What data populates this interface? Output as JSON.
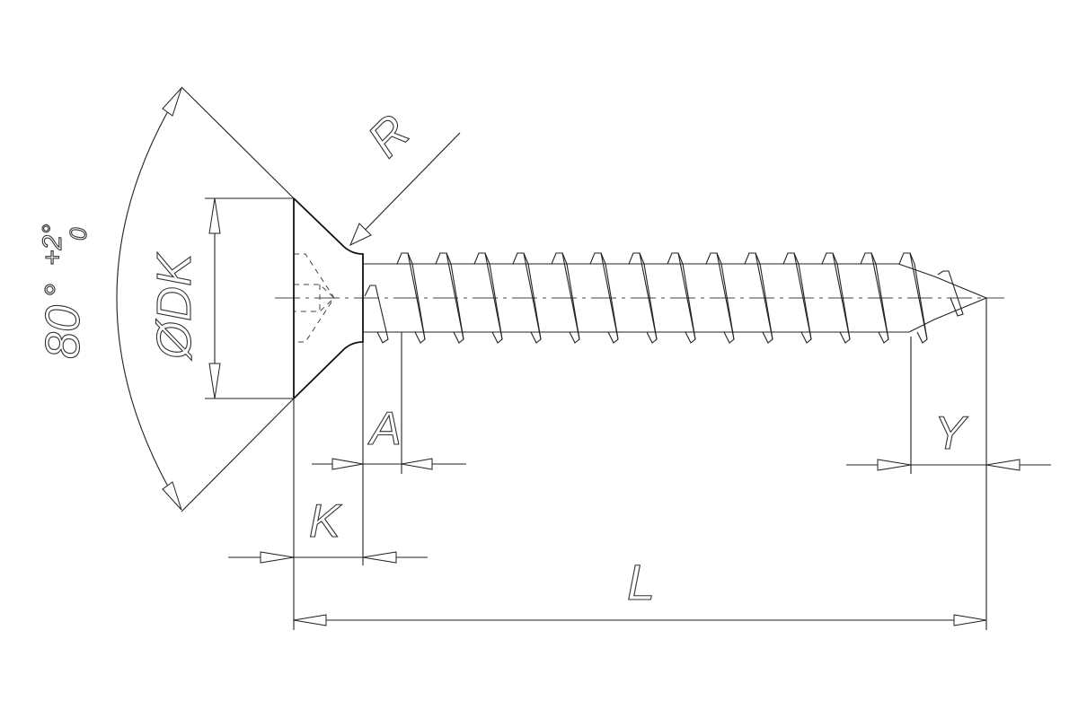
{
  "labels": {
    "radius": "R",
    "head_diameter": "ØDK",
    "angle_value": "80",
    "angle_deg_symbol": "°",
    "tolerance_plus": "+2°",
    "tolerance_minus": "0",
    "head_height": "K",
    "unthreaded_length": "A",
    "point_length": "Y",
    "total_length": "L"
  },
  "colors": {
    "line": "#222222",
    "background": "#ffffff"
  }
}
